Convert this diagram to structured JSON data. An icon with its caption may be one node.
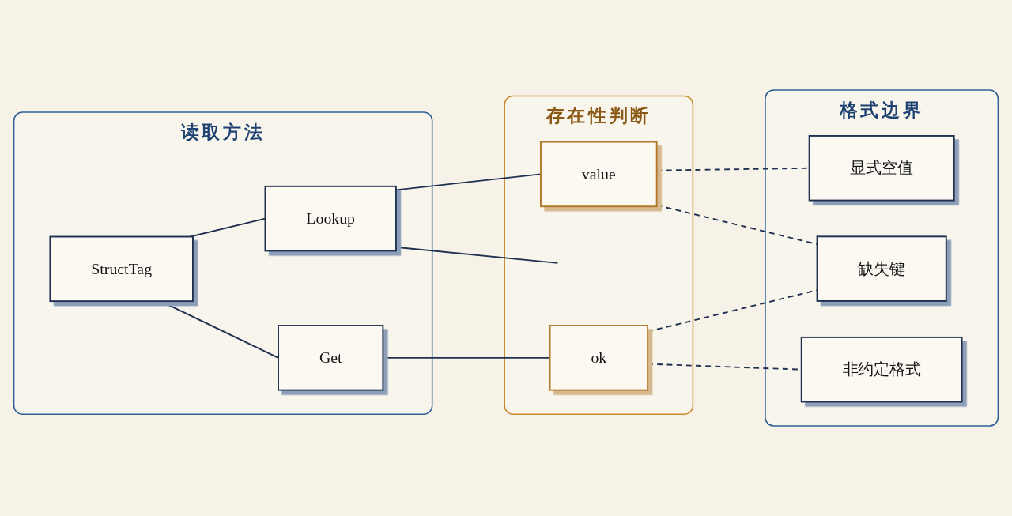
{
  "diagram": {
    "nodes": [
      {
        "text": [
          "读取方法"
        ]
      },
      {
        "text": [
          "StructTag"
        ],
        "in": 0
      },
      {
        "text": [
          "Lookup"
        ],
        "in": 0
      },
      {
        "text": [
          "Get"
        ],
        "in": 0
      },
      {
        "text": [
          "存在性判断"
        ]
      },
      {
        "text": [
          "value"
        ],
        "in": 4
      },
      {
        "text": [
          "ok"
        ],
        "in": 4
      },
      {
        "text": [
          "格式边界"
        ]
      },
      {
        "text": [
          "显式空值"
        ],
        "in": 7
      },
      {
        "text": [
          "缺失键"
        ],
        "in": 7
      },
      {
        "text": [
          "非约定格式"
        ],
        "in": 7
      }
    ],
    "edges": [
      {
        "from": 1,
        "to": 2,
        "arrow": "none"
      },
      {
        "from": 1,
        "to": 3,
        "arrow": "none"
      },
      {
        "from": 2,
        "to": 5,
        "arrow": "none"
      },
      {
        "from": 2,
        "to": null,
        "arrow": "none"
      },
      {
        "from": 3,
        "to": 6,
        "arrow": "none"
      },
      {
        "from": 5,
        "to": 8,
        "arrow": "none",
        "style": "dashed"
      },
      {
        "from": 5,
        "to": 9,
        "arrow": "none",
        "style": "dashed"
      },
      {
        "from": 6,
        "to": 9,
        "arrow": "none",
        "style": "dashed"
      },
      {
        "from": 6,
        "to": 10,
        "arrow": "none",
        "style": "dashed"
      }
    ]
  }
}
